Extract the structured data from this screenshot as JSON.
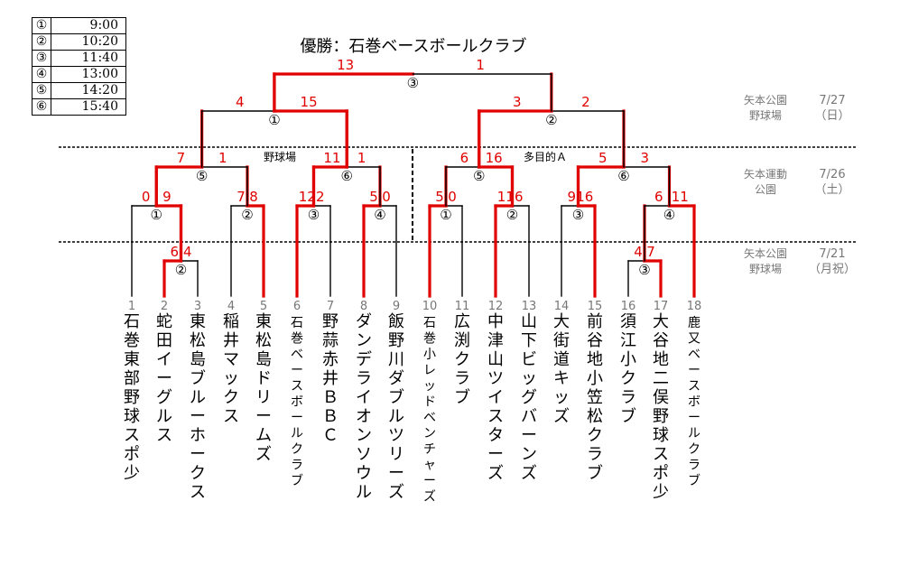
{
  "title": "優勝：石巻ベースボールクラブ",
  "schedule": [
    {
      "no": "①",
      "time": "9:00"
    },
    {
      "no": "②",
      "time": "10:20"
    },
    {
      "no": "③",
      "time": "11:40"
    },
    {
      "no": "④",
      "time": "13:00"
    },
    {
      "no": "⑤",
      "time": "14:20"
    },
    {
      "no": "⑥",
      "time": "15:40"
    }
  ],
  "venues": [
    {
      "name1": "矢本公園",
      "name2": "野球場",
      "date": "7/27",
      "day": "（日）"
    },
    {
      "name1": "矢本運動",
      "name2": "公園",
      "date": "7/26",
      "day": "（土）"
    },
    {
      "name1": "矢本公園",
      "name2": "野球場",
      "date": "7/21",
      "day": "（月祝）"
    }
  ],
  "field_labels": {
    "left": "野球場",
    "right": "多目的Ａ"
  },
  "teams": [
    {
      "no": "1",
      "name": "石巻東部野球スポ少"
    },
    {
      "no": "2",
      "name": "蛇田イーグルス"
    },
    {
      "no": "3",
      "name": "東松島ブルーホークス"
    },
    {
      "no": "4",
      "name": "稲井マックス"
    },
    {
      "no": "5",
      "name": "東松島ドリームズ"
    },
    {
      "no": "6",
      "name": "石巻ベースボールクラブ"
    },
    {
      "no": "7",
      "name": "野蒜赤井ＢＢＣ"
    },
    {
      "no": "8",
      "name": "ダンデライオンソウル"
    },
    {
      "no": "9",
      "name": "飯野川ダブルツリーズ"
    },
    {
      "no": "10",
      "name": "石巻小レッドベンチャーズ"
    },
    {
      "no": "11",
      "name": "広渕クラブ"
    },
    {
      "no": "12",
      "name": "中津山ツイスターズ"
    },
    {
      "no": "13",
      "name": "山下ビッグバーンズ"
    },
    {
      "no": "14",
      "name": "大街道キッズ"
    },
    {
      "no": "15",
      "name": "前谷地小笠松クラブ"
    },
    {
      "no": "16",
      "name": "須江小クラブ"
    },
    {
      "no": "17",
      "name": "大谷地二俣野球スポ少"
    },
    {
      "no": "18",
      "name": "鹿又ベースボールクラブ"
    }
  ],
  "games": [
    {
      "id": "r1-3",
      "mark": "③",
      "score_l": "4",
      "score_r": "7"
    },
    {
      "id": "r1-2",
      "mark": "②",
      "score_l": "6",
      "score_r": "4"
    },
    {
      "id": "r2-1a",
      "mark": "①",
      "score_l": "0",
      "score_r": "9"
    },
    {
      "id": "r2-2a",
      "mark": "②",
      "score_l": "7",
      "score_r": "8"
    },
    {
      "id": "r2-3a",
      "mark": "③",
      "score_l": "12",
      "score_r": "2"
    },
    {
      "id": "r2-4a",
      "mark": "④",
      "score_l": "5",
      "score_r": "0"
    },
    {
      "id": "r2-1b",
      "mark": "①",
      "score_l": "5",
      "score_r": "0"
    },
    {
      "id": "r2-2b",
      "mark": "②",
      "score_l": "11",
      "score_r": "6"
    },
    {
      "id": "r2-3b",
      "mark": "③",
      "score_l": "9",
      "score_r": "16"
    },
    {
      "id": "r2-4b",
      "mark": "④",
      "score_l": "6",
      "score_r": "11"
    },
    {
      "id": "qf-5a",
      "mark": "⑤",
      "score_l": "7",
      "score_r": "1"
    },
    {
      "id": "qf-6a",
      "mark": "⑥",
      "score_l": "11",
      "score_r": "1"
    },
    {
      "id": "qf-5b",
      "mark": "⑤",
      "score_l": "6",
      "score_r": "16"
    },
    {
      "id": "qf-6b",
      "mark": "⑥",
      "score_l": "5",
      "score_r": "3"
    },
    {
      "id": "sf-1",
      "mark": "①",
      "score_l": "4",
      "score_r": "15"
    },
    {
      "id": "sf-2",
      "mark": "②",
      "score_l": "3",
      "score_r": "2"
    },
    {
      "id": "final",
      "mark": "③",
      "score_l": "13",
      "score_r": "1"
    }
  ],
  "colors": {
    "winner_line": "#e00000",
    "line": "#000000",
    "score": "#e00000"
  }
}
